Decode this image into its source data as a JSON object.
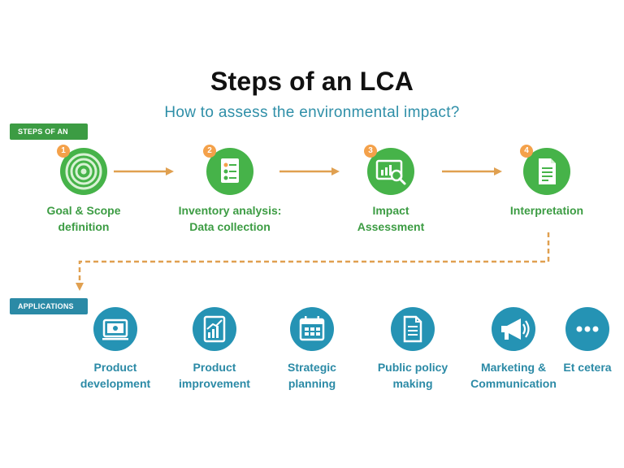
{
  "title": "Steps of an LCA",
  "subtitle": "How to assess the environmental impact?",
  "steps_tag": "STEPS OF AN LCA",
  "applications_tag": "APPLICATIONS",
  "steps": [
    {
      "number": "1",
      "line1": "Goal & Scope",
      "line2": "definition",
      "icon": "target-icon"
    },
    {
      "number": "2",
      "line1": "Inventory analysis:",
      "line2": "Data collection",
      "icon": "checklist-icon"
    },
    {
      "number": "3",
      "line1": "Impact",
      "line2": "Assessment",
      "icon": "magnifier-chart-icon"
    },
    {
      "number": "4",
      "line1": "Interpretation",
      "line2": "",
      "icon": "document-icon"
    }
  ],
  "applications": [
    {
      "line1": "Product",
      "line2": "development",
      "icon": "product-box-icon"
    },
    {
      "line1": "Product",
      "line2": "improvement",
      "icon": "growth-chart-icon"
    },
    {
      "line1": "Strategic",
      "line2": "planning",
      "icon": "calendar-icon"
    },
    {
      "line1": "Public policy",
      "line2": "making",
      "icon": "document-icon"
    },
    {
      "line1": "Marketing &",
      "line2": "Communication",
      "icon": "megaphone-icon"
    },
    {
      "line1": "Et cetera",
      "line2": "",
      "icon": "ellipsis-icon"
    }
  ],
  "colors": {
    "step_green": "#46b349",
    "label_green": "#3c9c43",
    "app_blue": "#2593b4",
    "label_blue": "#2b8aa6",
    "arrow_orange": "#e0a050",
    "number_orange": "#f4a14a"
  }
}
